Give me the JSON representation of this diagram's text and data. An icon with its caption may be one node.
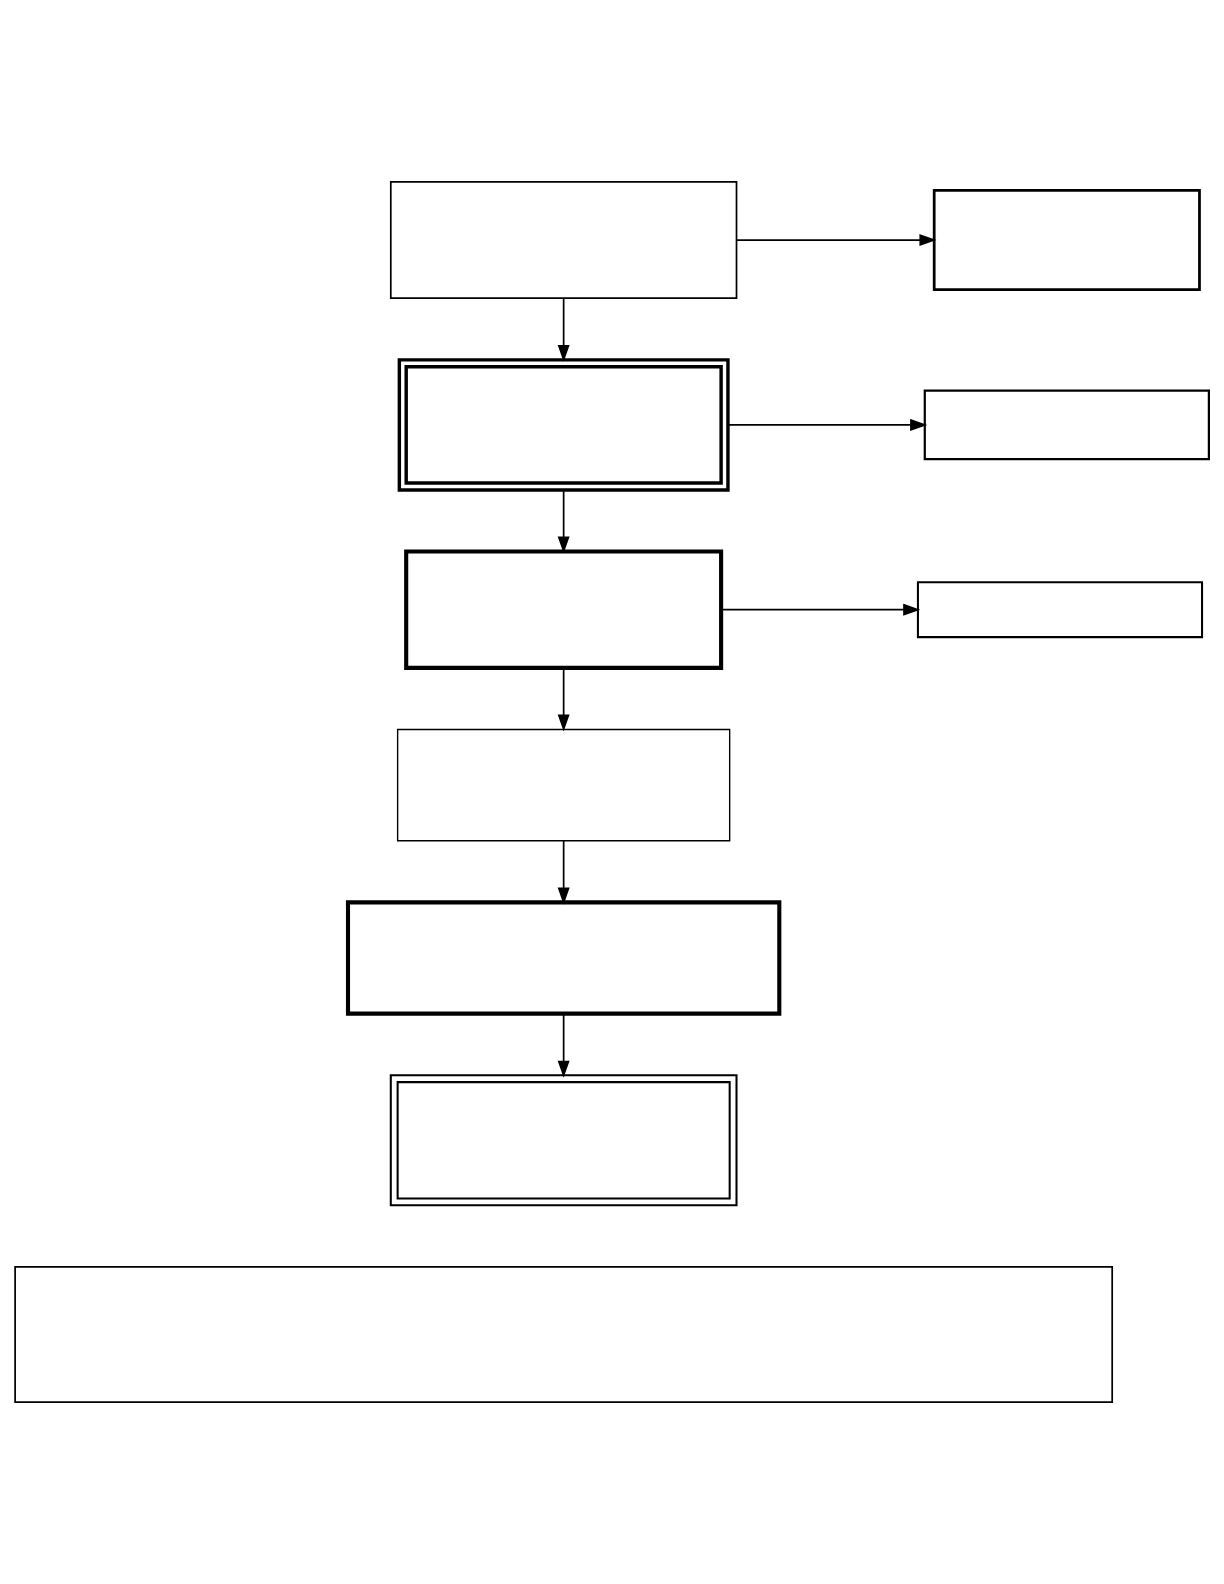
{
  "diagram": {
    "nodes": [
      {
        "text": [],
        "shape": "box"
      },
      {
        "text": [],
        "shape": "box"
      },
      {
        "text": [],
        "shape": "box"
      },
      {
        "text": [],
        "shape": "box"
      },
      {
        "text": [],
        "shape": "box"
      },
      {
        "text": [],
        "shape": "box"
      },
      {
        "text": [],
        "shape": "box"
      },
      {
        "text": [],
        "shape": "box"
      },
      {
        "text": [],
        "shape": "box"
      },
      {
        "text": [],
        "shape": "box"
      }
    ],
    "edges": [
      {
        "from": 0,
        "to": 1,
        "arrow": "to"
      },
      {
        "from": 0,
        "to": 2,
        "arrow": "to"
      },
      {
        "from": 2,
        "to": 3,
        "arrow": "to"
      },
      {
        "from": 2,
        "to": 4,
        "arrow": "to"
      },
      {
        "from": 4,
        "to": 5,
        "arrow": "to"
      },
      {
        "from": 4,
        "to": 6,
        "arrow": "to"
      },
      {
        "from": 6,
        "to": 7,
        "arrow": "to"
      },
      {
        "from": 7,
        "to": 8,
        "arrow": "to"
      }
    ]
  }
}
